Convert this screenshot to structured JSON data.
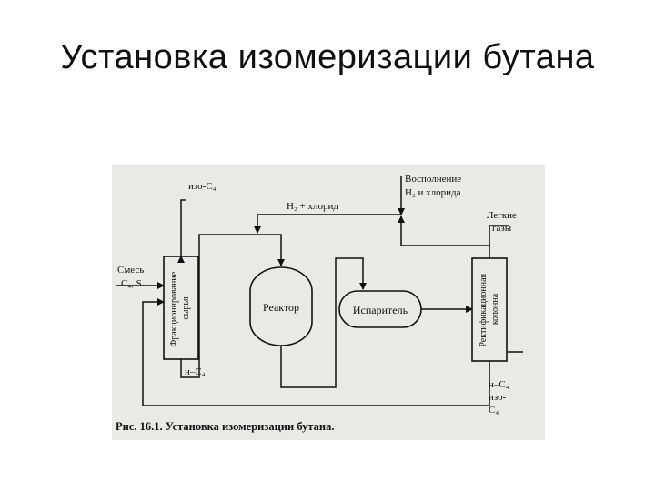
{
  "slide": {
    "title": "Установка изомеризации бутана"
  },
  "diagram": {
    "labels": {
      "iso_c4_top": "изо-С₄",
      "h2_chloride": "Н₂ + хлорид",
      "makeup_line1": "Восполнение",
      "makeup_line2": "Н₂ и хлорида",
      "light_gases_line1": "Легкие",
      "light_gases_line2": "газы",
      "feed_line1": "Смесь",
      "feed_line2": "С₄, S",
      "n_c4_bottom": "н–С₄",
      "n_c4_right": "н–С₄",
      "iso_right_line1": "изо-",
      "iso_right_line2": "С₄"
    },
    "units": {
      "fractionation_line1": "Фракционирование",
      "fractionation_line2": "сырья",
      "reactor": "Реактор",
      "evaporator": "Испаритель",
      "column_line1": "Ректификационная",
      "column_line2": "колонна"
    },
    "caption": "Рис. 16.1. Установка изомеризации бутана."
  }
}
